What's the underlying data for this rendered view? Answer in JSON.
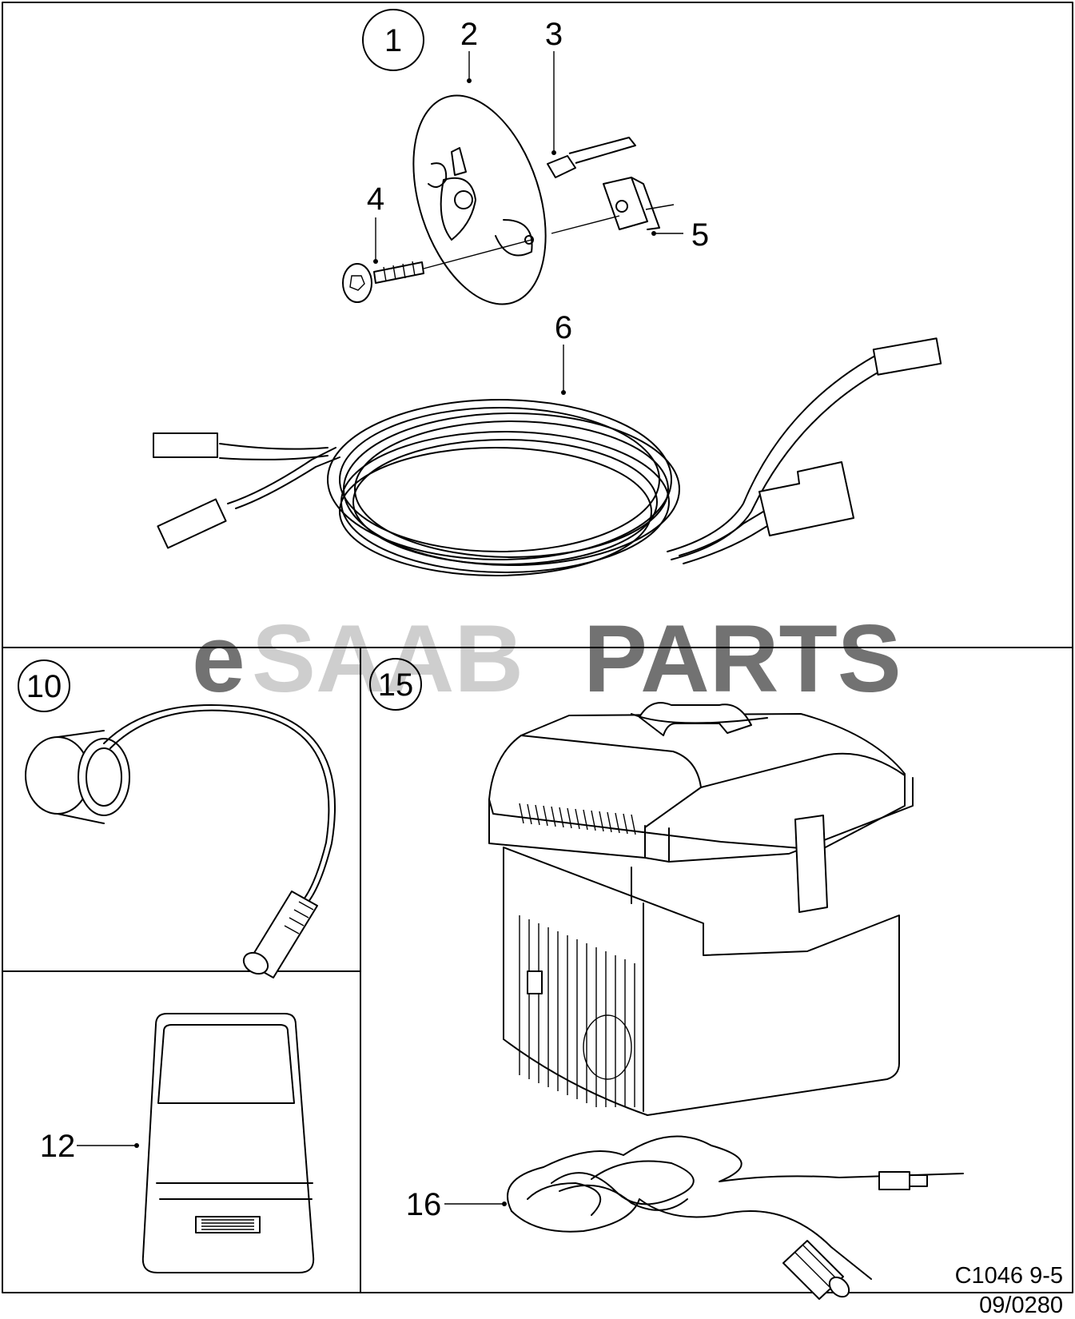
{
  "watermark": {
    "prefix": "e",
    "middle": "SAAB",
    "suffix": "PARTS",
    "color": "#e24a4a"
  },
  "callouts": {
    "c1": "1",
    "c2": "2",
    "c3": "3",
    "c4": "4",
    "c5": "5",
    "c6": "6",
    "c10": "10",
    "c12": "12",
    "c15": "15",
    "c16": "16"
  },
  "footer": {
    "drawing_code": "C1046 9-5",
    "sheet_code": "09/0280"
  }
}
